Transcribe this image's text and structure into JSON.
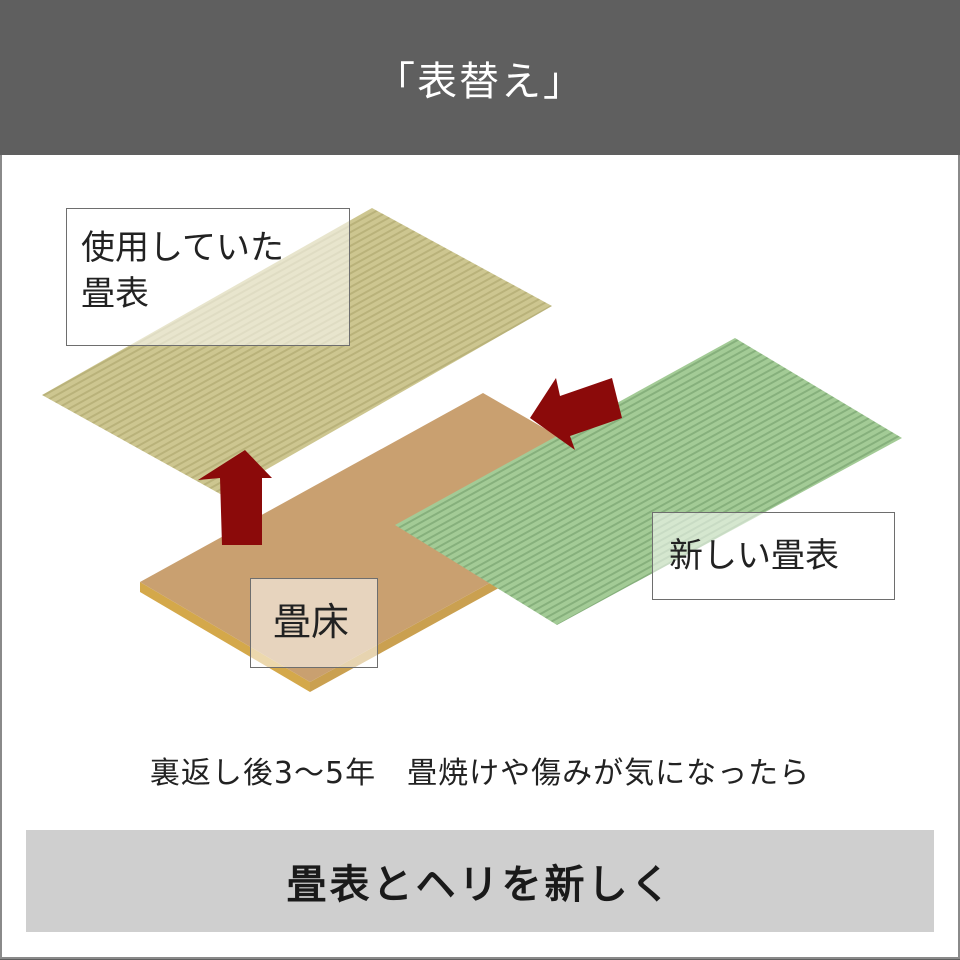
{
  "header": {
    "title": "「表替え」"
  },
  "labels": {
    "old_surface": "使用していた\n畳表",
    "floor": "畳床",
    "new_surface": "新しい畳表"
  },
  "caption": "裏返し後3〜5年　畳焼けや傷みが気になったら",
  "bottom_banner": "畳表とヘリを新しく",
  "colors": {
    "header_bg": "#5f5f5f",
    "old_mat": "#cbc38c",
    "floor": "#c9a070",
    "new_mat": "#9cc690",
    "arrow": "#8b0a0a",
    "banner_bg": "#cfcfcf"
  }
}
